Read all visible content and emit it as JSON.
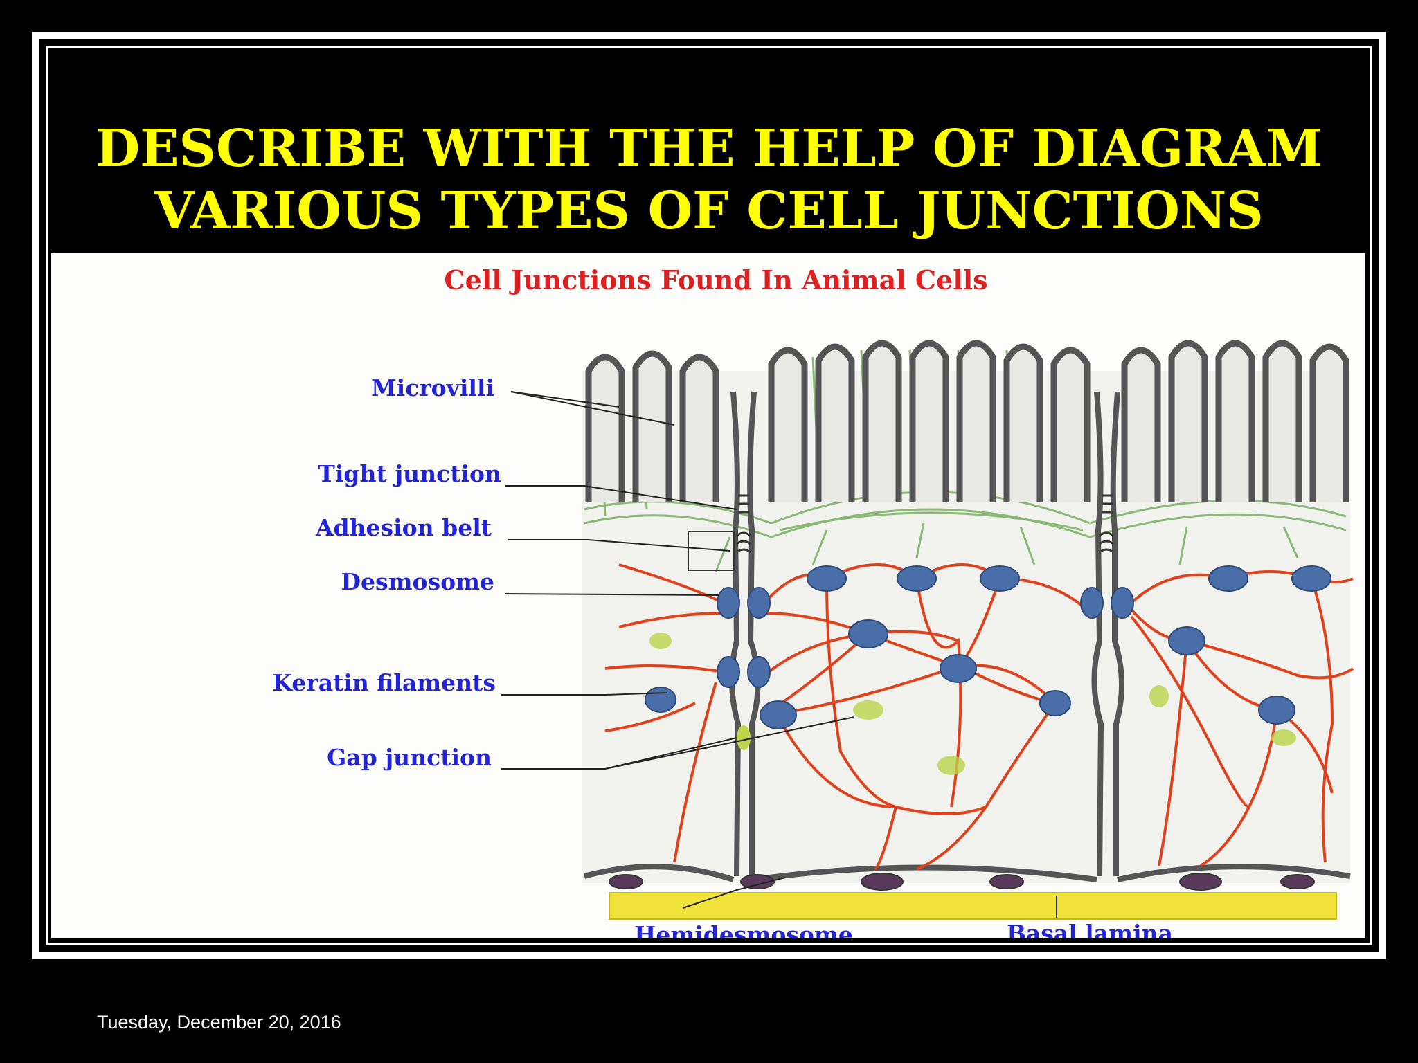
{
  "slide": {
    "title_line1": "DESCRIBE WITH THE HELP OF DIAGRAM",
    "title_line2": "VARIOUS TYPES OF CELL JUNCTIONS",
    "footer_date": "Tuesday, December 20, 2016"
  },
  "diagram": {
    "heading": "Cell Junctions Found In Animal Cells",
    "labels": {
      "microvilli": "Microvilli",
      "tight_junction": "Tight junction",
      "adhesion_belt": "Adhesion belt",
      "desmosome": "Desmosome",
      "keratin_filaments": "Keratin filaments",
      "gap_junction": "Gap junction",
      "hemidesmosome": "Hemidesmosome",
      "basal_lamina": "Basal lamina"
    }
  },
  "colors": {
    "title": "#ffff00",
    "heading": "#e02020",
    "label": "#2323d6",
    "keratin": "#e0401a",
    "desmosome": "#4a6fa8",
    "microfilament": "#7fb26a",
    "basal_lamina": "#f2e33a",
    "membrane": "#555555"
  }
}
